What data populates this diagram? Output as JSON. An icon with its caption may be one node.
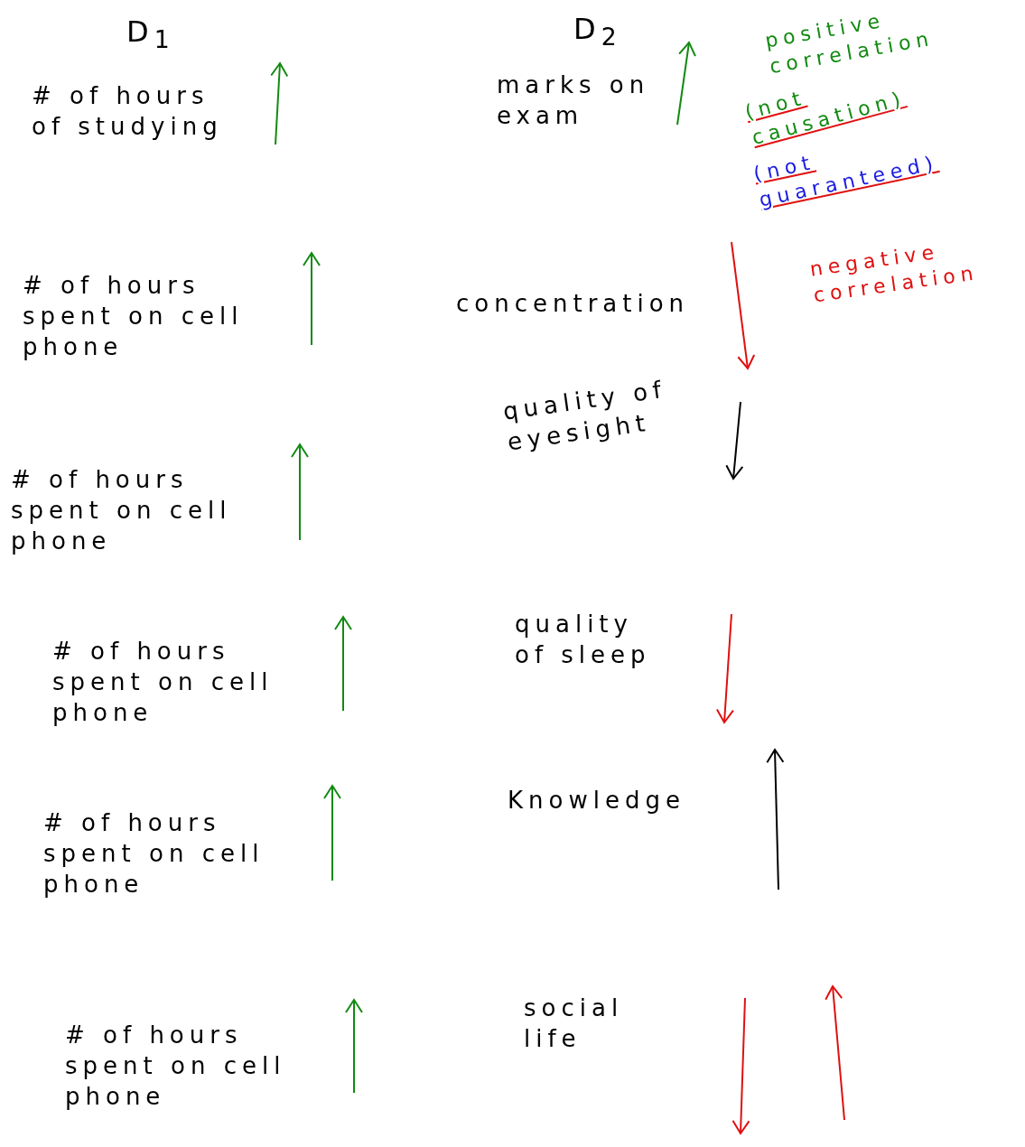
{
  "diagram": {
    "labels": [
      "D$_{1}$",
      "D$_{2}$",
      "# of hours of studying",
      "marks on exam",
      "positive correlation",
      "(not causation)",
      "(not guaranteed)",
      "# of hours spent on cell phone",
      "concentration",
      "negative correlation",
      "# of hours spent on cell phone",
      "quality of eyesight",
      "# of hours spent on cell phone",
      "quality of sleep",
      "# of hours spent on cell phone",
      "Knowledge",
      "# of hours spent on cell phone",
      "social life"
    ]
  }
}
